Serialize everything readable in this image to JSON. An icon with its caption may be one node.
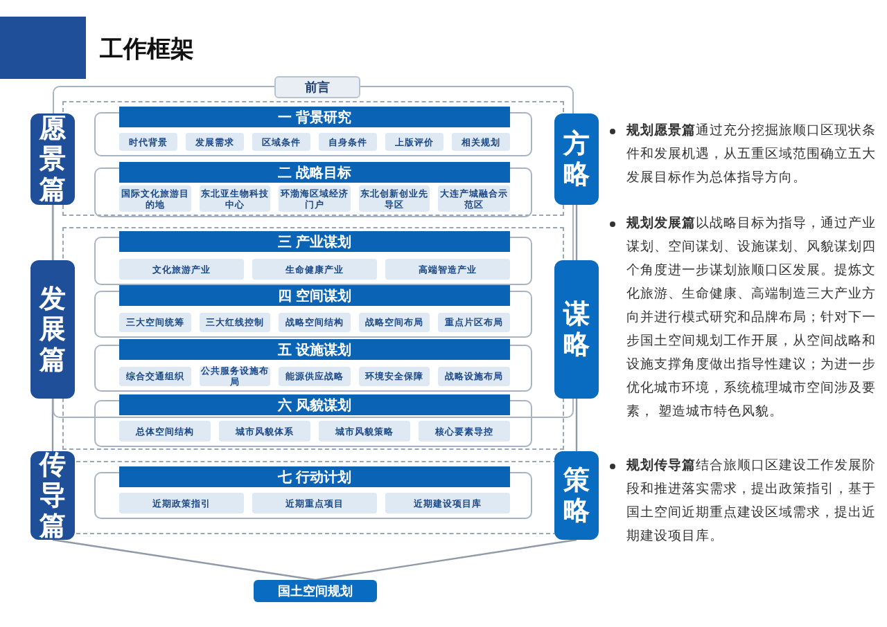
{
  "diagram": {
    "title": "工作框架",
    "nodes": [
      {
        "text": [
          "前言"
        ]
      },
      {
        "text": [
          "愿景篇"
        ]
      },
      {
        "text": [
          "方略"
        ]
      },
      {
        "text": [
          "一 背景研究"
        ]
      },
      {
        "text": [
          "时代背景"
        ]
      },
      {
        "text": [
          "发展需求"
        ]
      },
      {
        "text": [
          "区域条件"
        ]
      },
      {
        "text": [
          "自身条件"
        ]
      },
      {
        "text": [
          "上版评价"
        ]
      },
      {
        "text": [
          "相关规划"
        ]
      },
      {
        "text": [
          "二 战略目标"
        ]
      },
      {
        "text": [
          "国际文化旅游目的地"
        ]
      },
      {
        "text": [
          "东北亚生物科技中心"
        ]
      },
      {
        "text": [
          "环渤海区域经济门户"
        ]
      },
      {
        "text": [
          "东北创新创业先导区"
        ]
      },
      {
        "text": [
          "大连产城融合示范区"
        ]
      },
      {
        "text": [
          "发展篇"
        ]
      },
      {
        "text": [
          "谋略"
        ]
      },
      {
        "text": [
          "三 产业谋划"
        ]
      },
      {
        "text": [
          "文化旅游产业"
        ]
      },
      {
        "text": [
          "生命健康产业"
        ]
      },
      {
        "text": [
          "高端智造产业"
        ]
      },
      {
        "text": [
          "四 空间谋划"
        ]
      },
      {
        "text": [
          "三大空间统筹"
        ]
      },
      {
        "text": [
          "三大红线控制"
        ]
      },
      {
        "text": [
          "战略空间结构"
        ]
      },
      {
        "text": [
          "战略空间布局"
        ]
      },
      {
        "text": [
          "重点片区布局"
        ]
      },
      {
        "text": [
          "五 设施谋划"
        ]
      },
      {
        "text": [
          "综合交通组织"
        ]
      },
      {
        "text": [
          "公共服务设施布局"
        ]
      },
      {
        "text": [
          "能源供应战略"
        ]
      },
      {
        "text": [
          "环境安全保障"
        ]
      },
      {
        "text": [
          "战略设施布局"
        ]
      },
      {
        "text": [
          "六 风貌谋划"
        ]
      },
      {
        "text": [
          "总体空间结构"
        ]
      },
      {
        "text": [
          "城市风貌体系"
        ]
      },
      {
        "text": [
          "城市风貌策略"
        ]
      },
      {
        "text": [
          "核心要素导控"
        ]
      },
      {
        "text": [
          "传导篇"
        ]
      },
      {
        "text": [
          "策略"
        ]
      },
      {
        "text": [
          "七 行动计划"
        ]
      },
      {
        "text": [
          "近期政策指引"
        ]
      },
      {
        "text": [
          "近期重点项目"
        ]
      },
      {
        "text": [
          "近期建设项目库"
        ]
      },
      {
        "text": [
          "国土空间规划"
        ]
      }
    ],
    "edges": [
      {
        "from": 1,
        "to": 16,
        "arrow": "none"
      },
      {
        "from": 16,
        "to": 39,
        "arrow": "none"
      },
      {
        "from": 2,
        "to": 17,
        "arrow": "none"
      },
      {
        "from": 17,
        "to": 40,
        "arrow": "none"
      },
      {
        "from": 39,
        "to": 45,
        "arrow": "none"
      },
      {
        "from": 40,
        "to": 45,
        "arrow": "none"
      }
    ],
    "labels": [
      "**规划愿景篇**通过充分挖掘旅顺口区现状条件和发展机遇，从五重区域范围确立五大发展目标作为总体指导方向。",
      "**规划发展篇**以战略目标为指导，通过产业谋划、空间谋划、设施谋划、风貌谋划四个角度进一步谋划旅顺口区发展。提炼文化旅游、生命健康、高端制造三大产业方向并进行模式研究和品牌布局；针对下一步国土空间规划工作开展，从空间战略和设施支撑角度做出指导性建议；为进一步优化城市环境，系统梳理城市空间涉及要素， 塑造城市特色风貌。",
      "**规划传导篇**结合旅顺口区建设工作发展阶段和推进落实需求，提出政策指引，基于国土空间近期重点建设区域需求，提出近期建设项目库。"
    ]
  }
}
